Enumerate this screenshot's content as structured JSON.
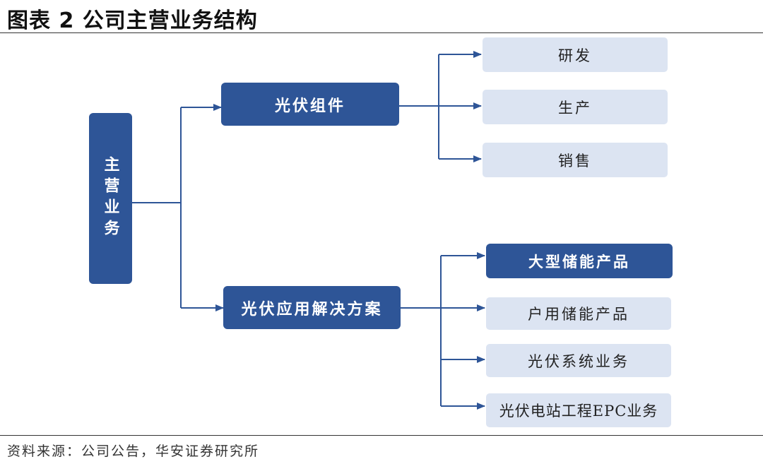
{
  "title": "图表 2 公司主营业务结构",
  "source": "资料来源：公司公告，华安证券研究所",
  "diagram": {
    "root": "主营业务",
    "branches": [
      {
        "label": "光伏组件",
        "children": [
          "研发",
          "生产",
          "销售"
        ]
      },
      {
        "label": "光伏应用解决方案",
        "children": [
          "大型储能产品",
          "户用储能产品",
          "光伏系统业务",
          "光伏电站工程EPC业务"
        ]
      }
    ]
  },
  "colors": {
    "dark_box": "#2E5597",
    "light_box": "#DCE4F2",
    "connector": "#2E5597"
  }
}
